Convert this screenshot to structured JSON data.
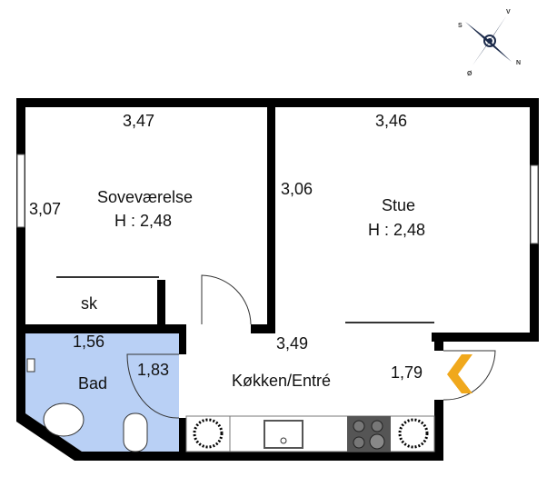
{
  "compass": {
    "north": "N",
    "south": "S",
    "east": "Ø",
    "west": "V"
  },
  "rooms": {
    "bedroom": {
      "name": "Soveværelse",
      "height": "H : 2,48",
      "width": "3,47",
      "depth": "3,07"
    },
    "living": {
      "name": "Stue",
      "height": "H : 2,48",
      "width": "3,46",
      "depth": "3,06"
    },
    "closet": {
      "name": "sk"
    },
    "bath": {
      "name": "Bad",
      "width": "1,56",
      "depth": "1,83"
    },
    "kitchen": {
      "name": "Køkken/Entré",
      "width": "3,49",
      "depth": "1,79"
    }
  },
  "colors": {
    "wall": "#000000",
    "bath": "#b9d0f5",
    "entrance": "#f0a81c"
  }
}
